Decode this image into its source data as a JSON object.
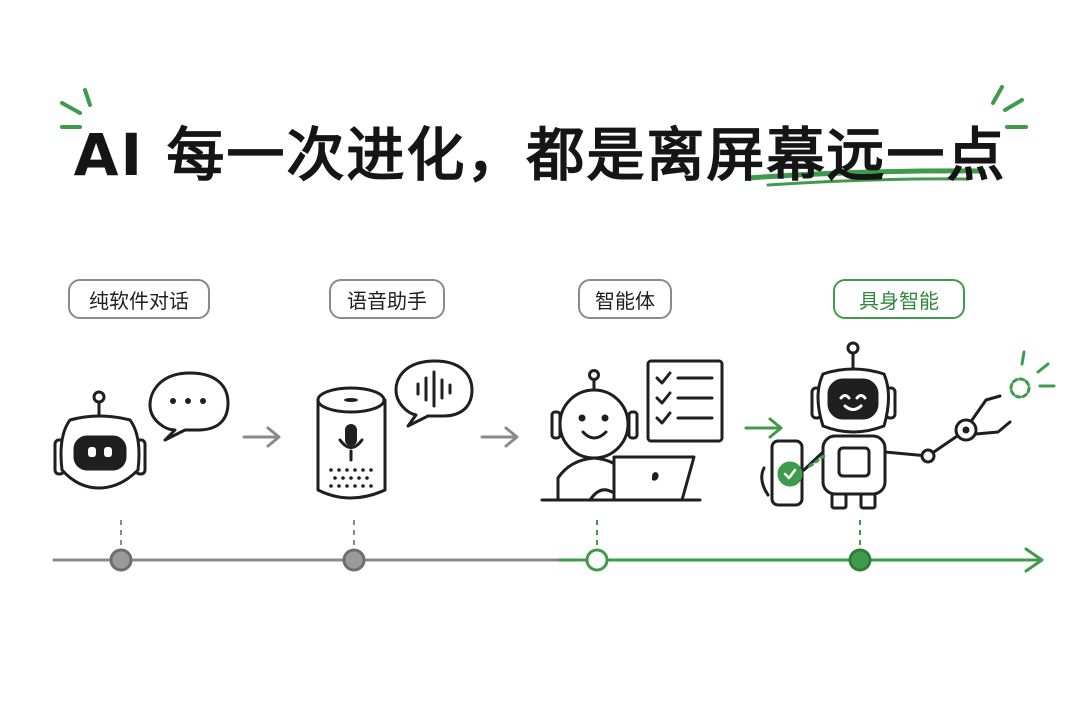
{
  "title": "AI 每一次进化，都是离屏幕远一点",
  "stages": [
    {
      "label": "纯软件对话",
      "highlighted": false
    },
    {
      "label": "语音助手",
      "highlighted": false
    },
    {
      "label": "智能体",
      "highlighted": true
    },
    {
      "label": "具身智能",
      "highlighted": true
    }
  ],
  "icons": [
    "chat-robot-icon",
    "smart-speaker-icon",
    "laptop-agent-icon",
    "embodied-robot-icon"
  ],
  "colors": {
    "accent": "#3f9b4b",
    "neutral": "#8a8a8a",
    "ink": "#1f1f1f"
  }
}
